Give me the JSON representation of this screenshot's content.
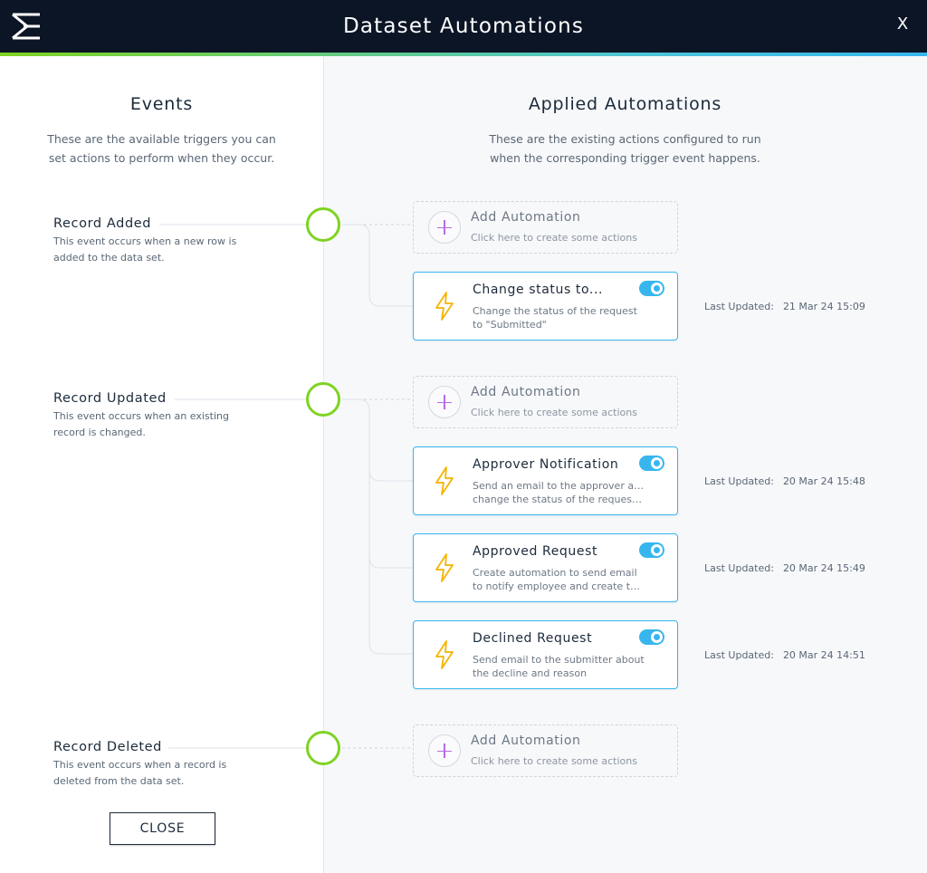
{
  "header": {
    "title": "Dataset Automations",
    "close_glyph": "X",
    "logo_icon": "sigma-logo-icon"
  },
  "colors": {
    "header_bg": "#0b1525",
    "accent_green": "#7ed321",
    "accent_blue": "#37b6ee",
    "plus_purple": "#b46be6",
    "bolt_yellow": "#f5b400"
  },
  "events_panel": {
    "title": "Events",
    "description_lines": [
      "These are the available triggers you can",
      "set actions to perform when they occur."
    ]
  },
  "automations_panel": {
    "title": "Applied Automations",
    "description_lines": [
      "These are the existing actions configured to run",
      "when the corresponding trigger event happens."
    ]
  },
  "add_card": {
    "title": "Add Automation",
    "subtitle": "Click here to create some actions",
    "icon": "plus-icon"
  },
  "updated_label": "Last Updated:",
  "events": [
    {
      "name": "Record Added",
      "description_lines": [
        "This event occurs when a new row is",
        "added to the data set."
      ],
      "automations": [
        {
          "title": "Change status to...",
          "desc_lines": [
            "Change the status of the request",
            "to \"Submitted\""
          ],
          "enabled": true,
          "last_updated": "21 Mar 24 15:09"
        }
      ]
    },
    {
      "name": "Record Updated",
      "description_lines": [
        "This event occurs when an existing",
        "record is changed."
      ],
      "automations": [
        {
          "title": "Approver Notification",
          "desc_lines": [
            "Send an email to the approver and",
            "change the status of the request..."
          ],
          "enabled": true,
          "last_updated": "20 Mar 24 15:48"
        },
        {
          "title": "Approved Request",
          "desc_lines": [
            "Create automation to send email",
            "to notify employee and create th..."
          ],
          "enabled": true,
          "last_updated": "20 Mar 24 15:49"
        },
        {
          "title": "Declined Request",
          "desc_lines": [
            "Send email to the submitter about",
            "the decline and reason"
          ],
          "enabled": true,
          "last_updated": "20 Mar 24 14:51"
        }
      ]
    },
    {
      "name": "Record Deleted",
      "description_lines": [
        "This event occurs when a record is",
        "deleted from the data set."
      ],
      "automations": []
    }
  ],
  "close_button": {
    "label": "CLOSE"
  }
}
